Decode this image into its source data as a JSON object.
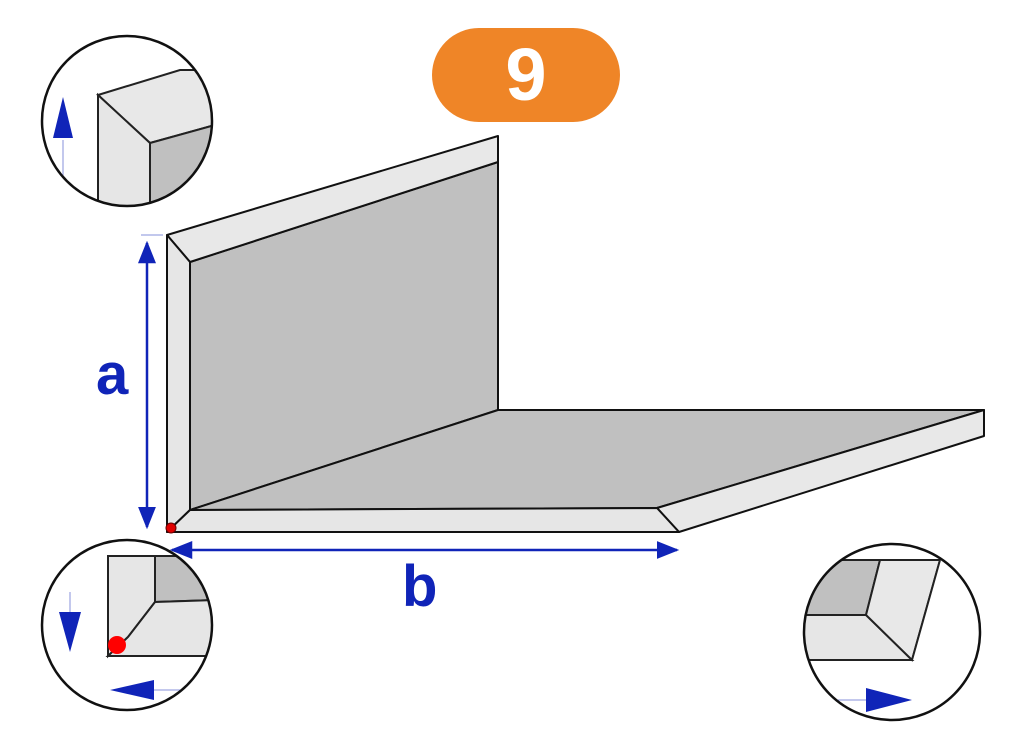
{
  "badge": {
    "number": "9",
    "color": "#ef8527"
  },
  "dimensions": {
    "height_label": "a",
    "width_label": "b"
  },
  "colors": {
    "dimension_blue": "#1024b8",
    "profile_light": "#e6e6e6",
    "profile_dark": "#c0c0c0",
    "outline": "#111111",
    "origin_dot": "#e00000"
  },
  "detail_views": [
    {
      "name": "top-corner-detail",
      "arrow": "up"
    },
    {
      "name": "origin-corner-detail",
      "arrows": [
        "down",
        "left"
      ]
    },
    {
      "name": "end-corner-detail",
      "arrow": "right"
    }
  ]
}
